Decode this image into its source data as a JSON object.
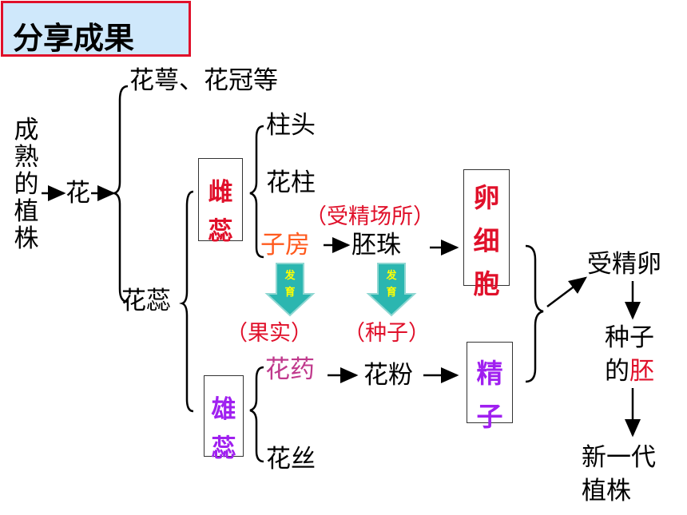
{
  "title": "分享成果",
  "nodes": {
    "mature_plant": [
      "成",
      "熟",
      "的",
      "植",
      "株"
    ],
    "flower": "花",
    "sepal_petal": "花萼、花冠等",
    "pistil_stamen": "花蕊",
    "pistil": [
      "雌",
      "蕊"
    ],
    "stamen": [
      "雄",
      "蕊"
    ],
    "stigma": "柱头",
    "style": "花柱",
    "ovary": "子房",
    "ovule": "胚珠",
    "fertilization_site": "（受精场所）",
    "anther": "花药",
    "filament": "花丝",
    "pollen": "花粉",
    "egg_cell": [
      "卵",
      "细",
      "胞"
    ],
    "sperm": [
      "精",
      "子"
    ],
    "zygote": "受精卵",
    "embryo_line1": "种子",
    "embryo_line2_a": "的",
    "embryo_line2_b": "胚",
    "new_gen_line1": "新一代",
    "new_gen_line2": "植株",
    "develop_arrow_1": [
      "发",
      "育"
    ],
    "develop_arrow_2": [
      "发",
      "育"
    ],
    "fruit": "（果实）",
    "seed": "（种子）"
  },
  "colors": {
    "title_border": "#e0102a",
    "title_bg": "#cfe8fb",
    "pistil_red": "#e0102a",
    "stamen_purple": "#a020f0",
    "ovary_orange": "#ff5a1e",
    "anther_magenta": "#c0398c",
    "arrow_fill": "#2bb6b0"
  }
}
